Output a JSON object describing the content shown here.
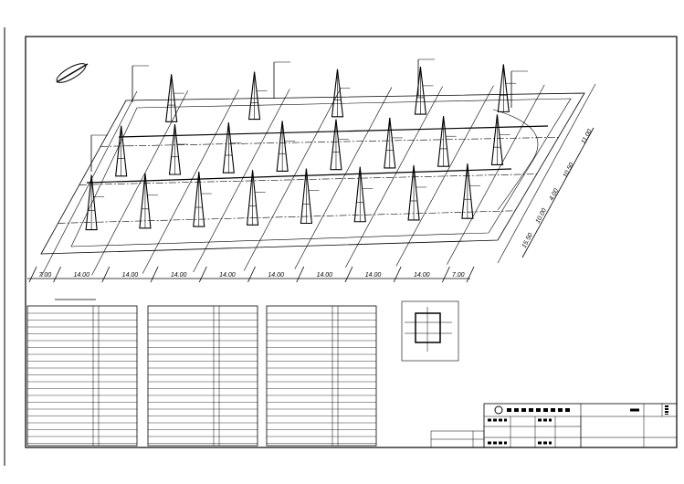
{
  "drawing": {
    "bottom_dimensions": [
      "7.00",
      "14.00",
      "14.00",
      "14.00",
      "14.00",
      "14.00",
      "14.00",
      "14.00",
      "14.00",
      "7.00"
    ],
    "side_dimensions": [
      "11.00",
      "10.50",
      "4.00",
      "10.00",
      "15.50"
    ]
  },
  "colors": {
    "line": "#000000",
    "background": "#ffffff"
  }
}
